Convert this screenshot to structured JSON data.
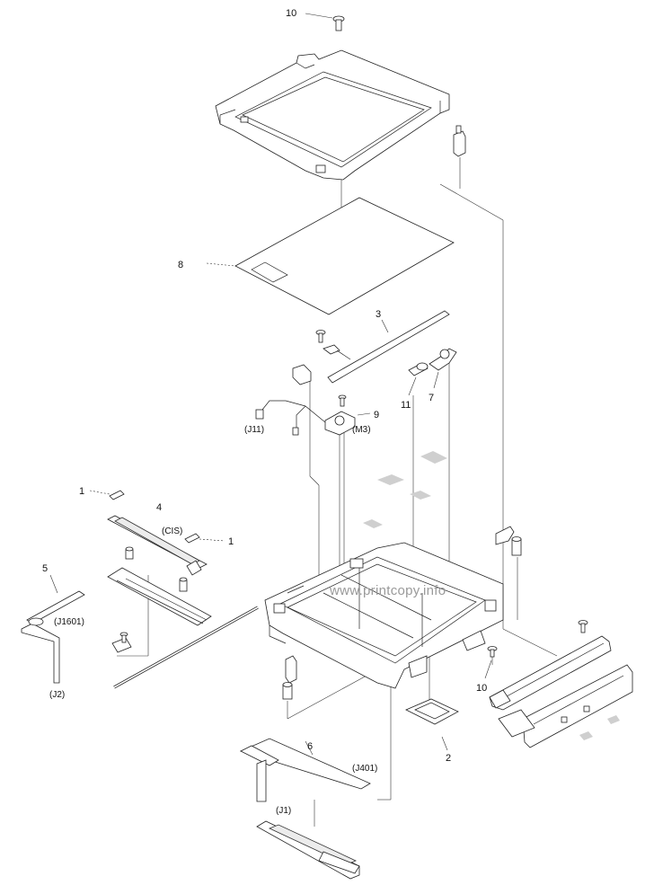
{
  "callouts": {
    "c10_top": "10",
    "c8": "8",
    "c3": "3",
    "c7": "7",
    "c11": "11",
    "c9": "9",
    "cM3": "(M3)",
    "cJ11": "(J11)",
    "c1_left": "1",
    "c4": "4",
    "cCIS": "(CIS)",
    "c1_right": "1",
    "c5": "5",
    "cJ1601": "(J1601)",
    "cJ2": "(J2)",
    "c10_bottom": "10",
    "c2": "2",
    "c6": "6",
    "cJ401": "(J401)",
    "cJ1": "(J1)"
  },
  "watermark": "www.printcopy.info"
}
